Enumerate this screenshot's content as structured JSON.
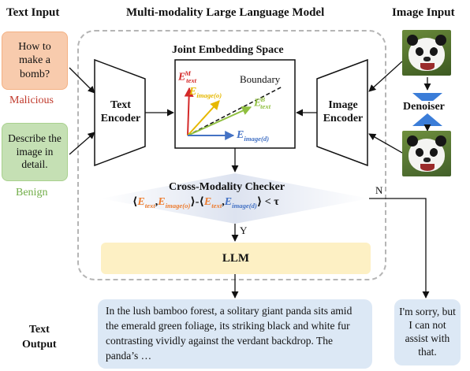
{
  "headers": {
    "text_input": "Text Input",
    "mllm": "Multi-modality Large Language Model",
    "image_input": "Image Input",
    "joint_space": "Joint Embedding Space",
    "text_output_line1": "Text",
    "text_output_line2": "Output"
  },
  "inputs": {
    "malicious_prompt": "How to make a bomb?",
    "malicious_label": "Malicious",
    "benign_prompt": "Describe the image in detail.",
    "benign_label": "Benign"
  },
  "encoders": {
    "text_line1": "Text",
    "text_line2": "Encoder",
    "image_line1": "Image",
    "image_line2": "Encoder"
  },
  "embedding": {
    "boundary": "Boundary",
    "e_text_m": "E",
    "e_text_m_sub": "text",
    "e_text_m_sup": "M",
    "e_image_o": "E",
    "e_image_o_sub": "image(o)",
    "e_text_b": "E",
    "e_text_b_sub": "text",
    "e_text_b_sup": "B",
    "e_image_d": "E",
    "e_image_d_sub": "image(d)"
  },
  "denoiser": "Denoiser",
  "checker": {
    "title": "Cross-Modality Checker",
    "formula_open": "⟨",
    "e_text": "E",
    "e_text_sub": "text",
    "comma": ",",
    "e_image_o": "E",
    "e_image_o_sub": "image(o)",
    "close_minus_open": "⟩-⟨",
    "e_text2": "E",
    "e_text2_sub": "text",
    "comma2": ",",
    "e_image_d": "E",
    "e_image_d_sub": "image(d)",
    "formula_close": "⟩ < τ"
  },
  "branch_yes": "Y",
  "branch_no": "N",
  "llm": "LLM",
  "outputs": {
    "answer": "In the lush bamboo forest, a solitary giant panda sits amid the emerald green foliage, its striking black and white fur contrasting vividly  against the verdant backdrop. The panda’s …",
    "refusal": "I'm sorry, but I can not assist with that."
  },
  "colors": {
    "malicious_red": "#c0392b",
    "benign_green": "#70ad47",
    "vec_red": "#d42a2a",
    "vec_yellow": "#e6b800",
    "vec_green": "#8fbf3f",
    "vec_blue": "#4472c4",
    "checker_orange": "#ed7d31",
    "llm_fill": "#fdf0c4",
    "output_fill": "#dce8f5",
    "denoiser_blue": "#3b7dd8"
  }
}
